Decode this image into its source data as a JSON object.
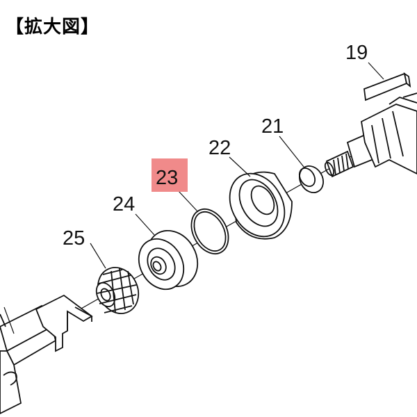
{
  "title": "【拡大図】",
  "highlight_color": "#f08a8a",
  "labels": {
    "p19": "19",
    "p21": "21",
    "p22": "22",
    "p23": "23",
    "p24": "24",
    "p25": "25"
  },
  "highlighted_part": "23"
}
